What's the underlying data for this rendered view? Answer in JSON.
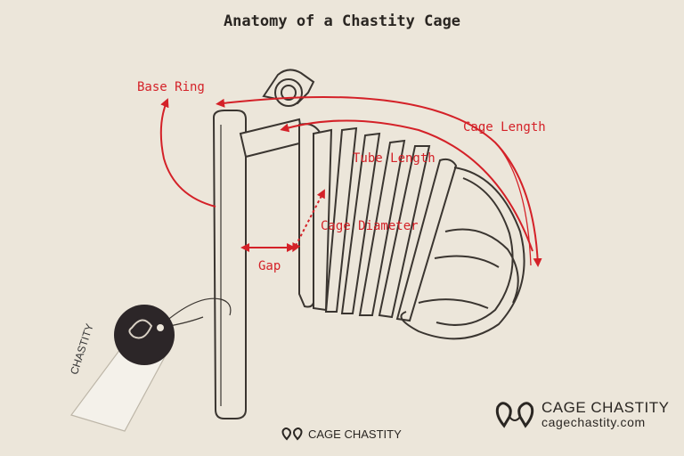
{
  "diagram": {
    "title": "Anatomy of a Chastity Cage",
    "labels": {
      "base_ring": "Base Ring",
      "cage_length": "Cage Length",
      "tube_length": "Tube Length",
      "cage_diameter": "Cage Diameter",
      "gap": "Gap"
    },
    "tag_text": "CHASTITY",
    "colors": {
      "accent": "#d42128",
      "line": "#3a3530",
      "background": "#ece6da"
    }
  },
  "branding": {
    "bottom_name": "CAGE CHASTITY",
    "right_name": "CAGE CHASTITY",
    "right_url": "cagechastity.com",
    "logo_icon": "two-hearts-logo-icon"
  }
}
